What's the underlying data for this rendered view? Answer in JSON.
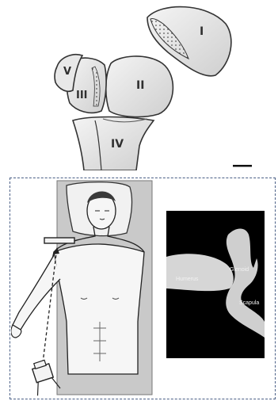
{
  "fracture_parts": {
    "part_1": "I",
    "part_2": "II",
    "part_3": "III",
    "part_4": "IV",
    "part_5": "V"
  },
  "xray_labels": {
    "humerus": "Humerus",
    "glenoid": "Glenoid",
    "scapula": "Scapula"
  }
}
